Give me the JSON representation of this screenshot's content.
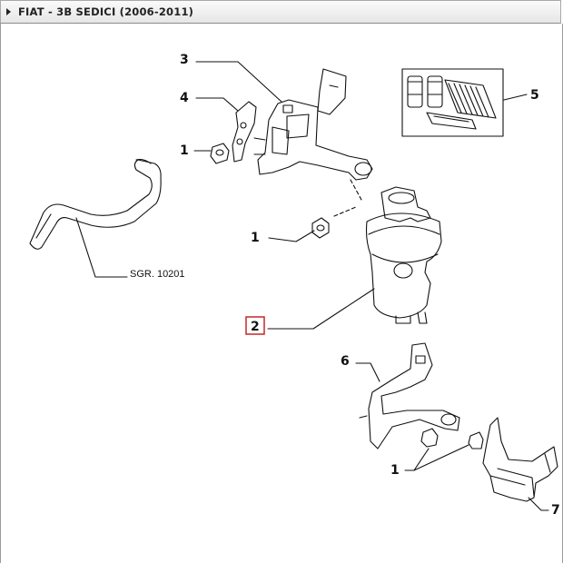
{
  "header": {
    "title": "FIAT - 3B SEDICI (2006-2011)"
  },
  "callouts": {
    "c1a": "1",
    "c1b": "1",
    "c1c": "1",
    "c2": "2",
    "c3": "3",
    "c4": "4",
    "c5": "5",
    "c6": "6",
    "c7": "7"
  },
  "reference": "SGR. 10201",
  "colors": {
    "highlight": "#c0191a",
    "line": "#111111"
  },
  "icons": {
    "header_arrow": "triangle-right-icon"
  }
}
